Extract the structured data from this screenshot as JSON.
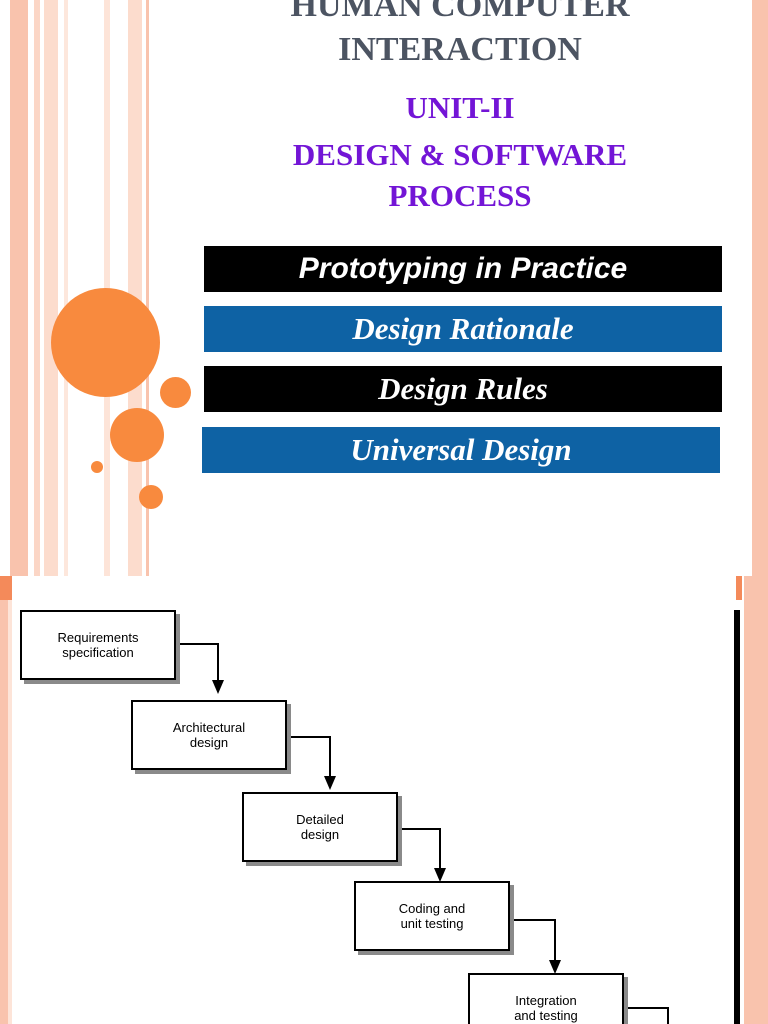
{
  "slide1": {
    "title_lines": [
      "HUMAN COMPUTER",
      "INTERACTION"
    ],
    "unit": "UNIT-II",
    "subtitle_lines": [
      "DESIGN & SOFTWARE",
      "PROCESS"
    ],
    "topics": [
      {
        "label": "Prototyping in Practice",
        "style": "black-sans"
      },
      {
        "label": "Design Rationale",
        "style": "blue-serif"
      },
      {
        "label": "Design Rules",
        "style": "black-serif"
      },
      {
        "label": "Universal Design",
        "style": "blue-serif"
      }
    ],
    "colors": {
      "title": "#4c5462",
      "subtitle": "#7315d6",
      "bar_black": "#000000",
      "bar_blue": "#0e62a4",
      "accent_circles": "#f88a3e",
      "stripes": "#f9c3ad"
    }
  },
  "slide2": {
    "waterfall_steps": [
      "Requirements\nspecification",
      "Architectural\ndesign",
      "Detailed\ndesign",
      "Coding and\nunit testing",
      "Integration\nand testing"
    ]
  }
}
